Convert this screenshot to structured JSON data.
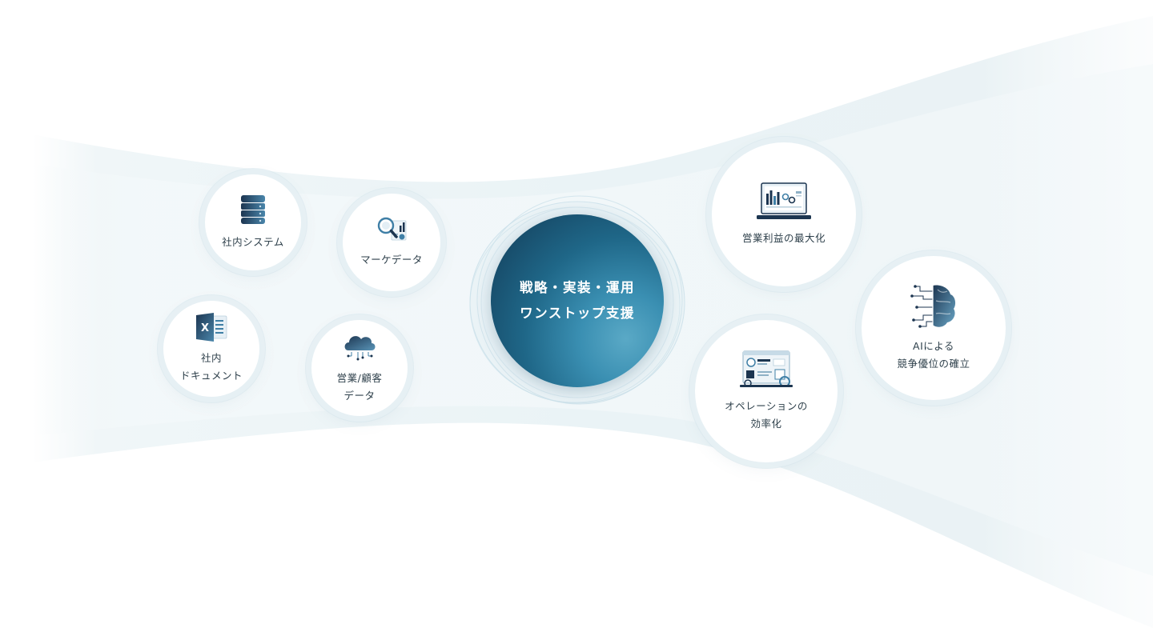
{
  "center": {
    "line1": "戦略・実装・運用",
    "line2": "ワンストップ支援"
  },
  "inputs": {
    "internal_system": "社内システム",
    "market_data": "マーケデータ",
    "internal_docs_line1": "社内",
    "internal_docs_line2": "ドキュメント",
    "sales_customer_line1": "営業/顧客",
    "sales_customer_line2": "データ"
  },
  "outputs": {
    "profit_max": "営業利益の最大化",
    "ai_advantage_line1": "AIによる",
    "ai_advantage_line2": "競争優位の確立",
    "operation_line1": "オペレーションの",
    "operation_line2": "効率化"
  },
  "icons": {
    "internal_system": "database-icon",
    "market_data": "magnifier-chart-icon",
    "internal_docs": "excel-icon",
    "sales_customer": "cloud-network-icon",
    "profit_max": "dashboard-monitor-icon",
    "ai_advantage": "ai-brain-icon",
    "operation": "workflow-screen-icon"
  },
  "colors": {
    "center_dark": "#123a56",
    "center_mid": "#1f6788",
    "center_light": "#5aa9c6",
    "icon_navy": "#1c3550",
    "icon_blue": "#3f7fa6",
    "label_text": "#2d3f4a",
    "flow_band": "#e9f2f5"
  }
}
